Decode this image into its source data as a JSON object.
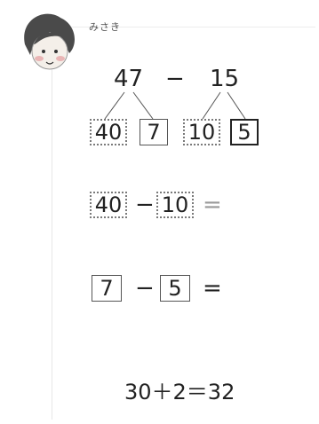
{
  "speaker": "みさき",
  "top": {
    "left": "47",
    "minus": "−",
    "right": "15"
  },
  "split": [
    "40",
    "7",
    "10",
    "5"
  ],
  "step1": {
    "a": "40",
    "minus": "−",
    "b": "10",
    "eq": "="
  },
  "step2": {
    "a": "7",
    "minus": "−",
    "b": "5",
    "eq": "="
  },
  "result": "30＋2＝32"
}
